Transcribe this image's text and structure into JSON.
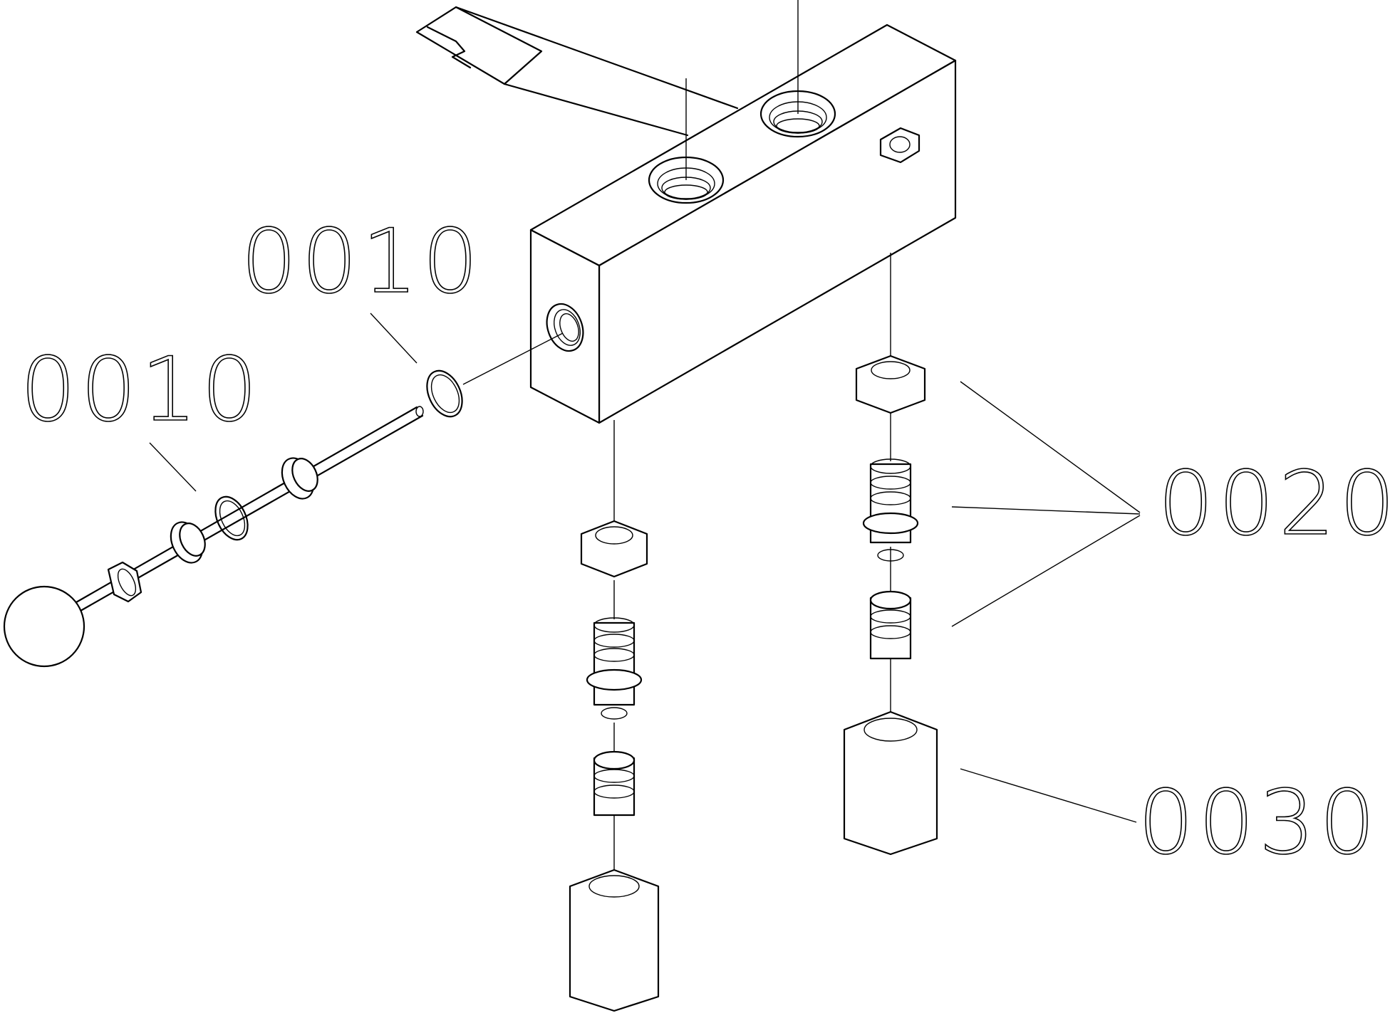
{
  "callouts": {
    "top_left": "0010",
    "left": "0010",
    "right_middle": "0020",
    "right_bottom": "0030"
  },
  "colors": {
    "line": "#000000",
    "background": "#ffffff"
  }
}
